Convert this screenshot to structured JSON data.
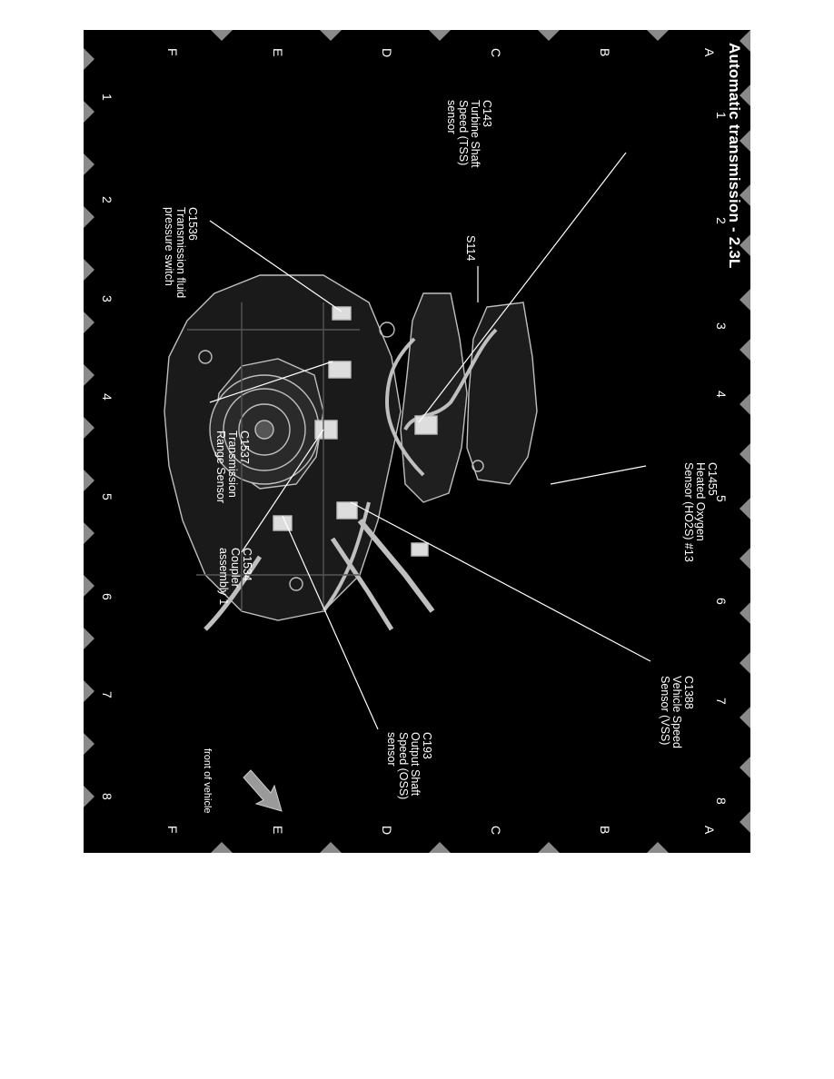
{
  "title": "Automatic transmission - 2.3L",
  "grid": {
    "numbers": [
      "1",
      "2",
      "3",
      "4",
      "5",
      "6",
      "7",
      "8"
    ],
    "letters": [
      "A",
      "B",
      "C",
      "D",
      "E",
      "F"
    ]
  },
  "callouts": {
    "c143": {
      "code": "C143",
      "lines": [
        "Turbine Shaft",
        "Speed (TSS)",
        "sensor"
      ]
    },
    "c1536": {
      "code": "C1536",
      "lines": [
        "Transmission fluid",
        "pressure switch"
      ]
    },
    "s114": {
      "code": "S114"
    },
    "c1455": {
      "code": "C1455",
      "lines": [
        "Heated Oxygen",
        "Sensor (HO2S) #13"
      ]
    },
    "c1537": {
      "code": "C1537",
      "lines": [
        "Transmission",
        "Range Sensor"
      ]
    },
    "c1534": {
      "code": "C1534",
      "lines": [
        "Coupler",
        "assembly 1"
      ]
    },
    "c1388": {
      "code": "C1388",
      "lines": [
        "Vehicle Speed",
        "Sensor (VSS)"
      ]
    },
    "c193": {
      "code": "C193",
      "lines": [
        "Output Shaft",
        "Speed (OSS)",
        "sensor"
      ]
    }
  },
  "orientation": {
    "label": "front of vehicle"
  }
}
